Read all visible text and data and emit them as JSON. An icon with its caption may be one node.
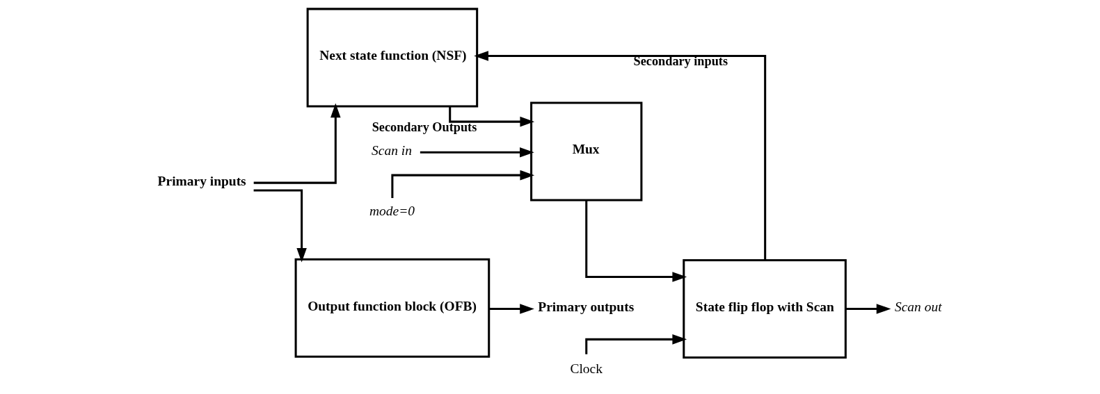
{
  "diagram": {
    "nodes": [
      {
        "text": [
          "Primary inputs"
        ]
      },
      {
        "text": [
          "Next state function (NSF)"
        ]
      },
      {
        "text": [
          "Mux"
        ]
      },
      {
        "text": [
          "State flip flop with Scan"
        ]
      },
      {
        "text": [
          "Output function block (OFB)"
        ]
      },
      {
        "text": [
          "Primary outputs"
        ]
      },
      {
        "text": [
          "Scan in"
        ]
      },
      {
        "text": [
          "mode=0"
        ]
      },
      {
        "text": [
          "Scan out"
        ]
      },
      {
        "text": [
          "Clock"
        ]
      }
    ],
    "edges": [
      {
        "from": 0,
        "to": 1,
        "arrow": "to"
      },
      {
        "from": 0,
        "to": 4,
        "arrow": "to"
      },
      {
        "from": 1,
        "to": 2,
        "arrow": "to",
        "label": "Secondary Outputs"
      },
      {
        "from": 6,
        "to": 2,
        "arrow": "to"
      },
      {
        "from": 7,
        "to": 2,
        "arrow": "to"
      },
      {
        "from": 2,
        "to": 3,
        "arrow": "to"
      },
      {
        "from": 9,
        "to": 3,
        "arrow": "to"
      },
      {
        "from": 3,
        "to": 8,
        "arrow": "to"
      },
      {
        "from": 3,
        "to": 1,
        "arrow": "to",
        "label": "Secondary inputs"
      },
      {
        "from": 4,
        "to": 5,
        "arrow": "to"
      }
    ]
  }
}
